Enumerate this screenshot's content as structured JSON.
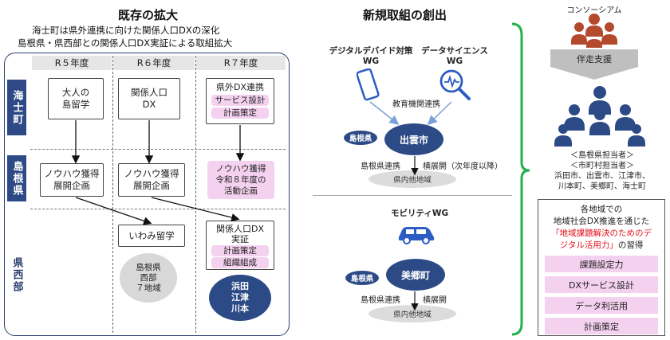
{
  "left": {
    "title": "既存の拡大",
    "subtitle_1": "海士町は県外連携に向けた関係人口DXの深化",
    "subtitle_2": "島根県・県西部との関係人口DX実証による取組拡大",
    "years": [
      "R５年度",
      "R６年度",
      "R７年度"
    ],
    "rows": [
      "海士町",
      "島根県",
      "県西部"
    ],
    "ama": {
      "r5": [
        "大人の",
        "島留学"
      ],
      "r6": [
        "関係人口",
        "DX"
      ],
      "r7_title": "県外DX連携",
      "r7_items": [
        "サービス設計",
        "計画策定"
      ]
    },
    "shimane": {
      "r5": [
        "ノウハウ獲得",
        "展開企画"
      ],
      "r6": [
        "ノウハウ獲得",
        "展開企画"
      ],
      "r7": [
        "ノウハウ獲得",
        "令和８年度の",
        "活動企画"
      ]
    },
    "west": {
      "r6_box": "いわみ留学",
      "r6_region": [
        "島根県",
        "西部",
        "７地域"
      ],
      "r7_title": [
        "関係人口DX",
        "実証"
      ],
      "r7_items": [
        "計画策定",
        "組織組成"
      ],
      "r7_cities": [
        "浜田",
        "江津",
        "川本"
      ]
    }
  },
  "middle": {
    "title": "新規取組の創出",
    "wg1": [
      "デジタルデバイド対策",
      "WG"
    ],
    "wg2": [
      "データサイエンス",
      "WG"
    ],
    "edu_link": "教育機関連携",
    "pref1": "島根県",
    "city1": "出雲市",
    "pref_link1": "島根県連携",
    "expand1": "横展開（次年度以降）",
    "region1": "県内他地域",
    "wg3": "モビリティWG",
    "pref2": "島根県",
    "city2": "美郷町",
    "pref_link2": "島根県連携",
    "expand2": "横展開",
    "region2": "県内他地域"
  },
  "right": {
    "consortium": "コンソーシアム",
    "support": "伴走支援",
    "staff_1": "＜島根県担当者＞",
    "staff_2": "＜市町村担当者＞",
    "cities_1": "浜田市、出雲市、江津市、",
    "cities_2": "川本町、美郷町、海士町",
    "box_line1": "各地域での",
    "box_line2": "地域社会DX推進を通じた",
    "box_red1": "「地域課題解決のためのデ",
    "box_red2": "ジタル活用力」",
    "box_suffix": "の習得",
    "skills": [
      "課題設定力",
      "DXサービス設計",
      "データ利活用",
      "計画策定"
    ]
  },
  "colors": {
    "navy": "#2c4a86",
    "pink": "#f4d1ef",
    "green": "#22b14c",
    "red": "#e0141e"
  }
}
